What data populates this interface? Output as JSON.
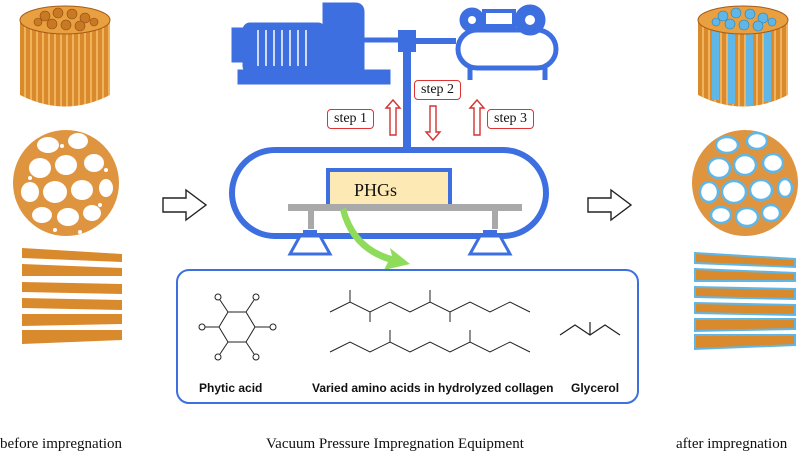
{
  "captions": {
    "before": "before impregnation",
    "equipment": "Vacuum Pressure Impregnation Equipment",
    "after": "after impregnation"
  },
  "steps": [
    "step 1",
    "step 2",
    "step 3"
  ],
  "tank_label": "PHGs",
  "molecules": {
    "phytic": "Phytic acid",
    "collagen": "Varied amino acids in hydrolyzed collagen",
    "glycerol": "Glycerol"
  },
  "colors": {
    "equipment_blue": "#3d6fe0",
    "wood_orange": "#d9882f",
    "impregnant_blue": "#5fb7e8",
    "step_red": "#d33333",
    "phg_fill": "#fde9b4",
    "green_arrow": "#8fdc5a",
    "platform_gray": "#a9a9a9"
  }
}
